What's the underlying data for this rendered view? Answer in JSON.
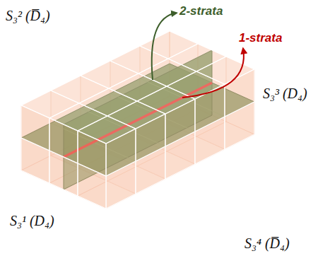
{
  "diagram": {
    "labels": [
      "S₃² (D̅₄)",
      "2-strata",
      "1-strata",
      "S₃³ (D₄)",
      "S₃¹ (D₄)",
      "S₃⁴ (D̅₄)"
    ]
  }
}
